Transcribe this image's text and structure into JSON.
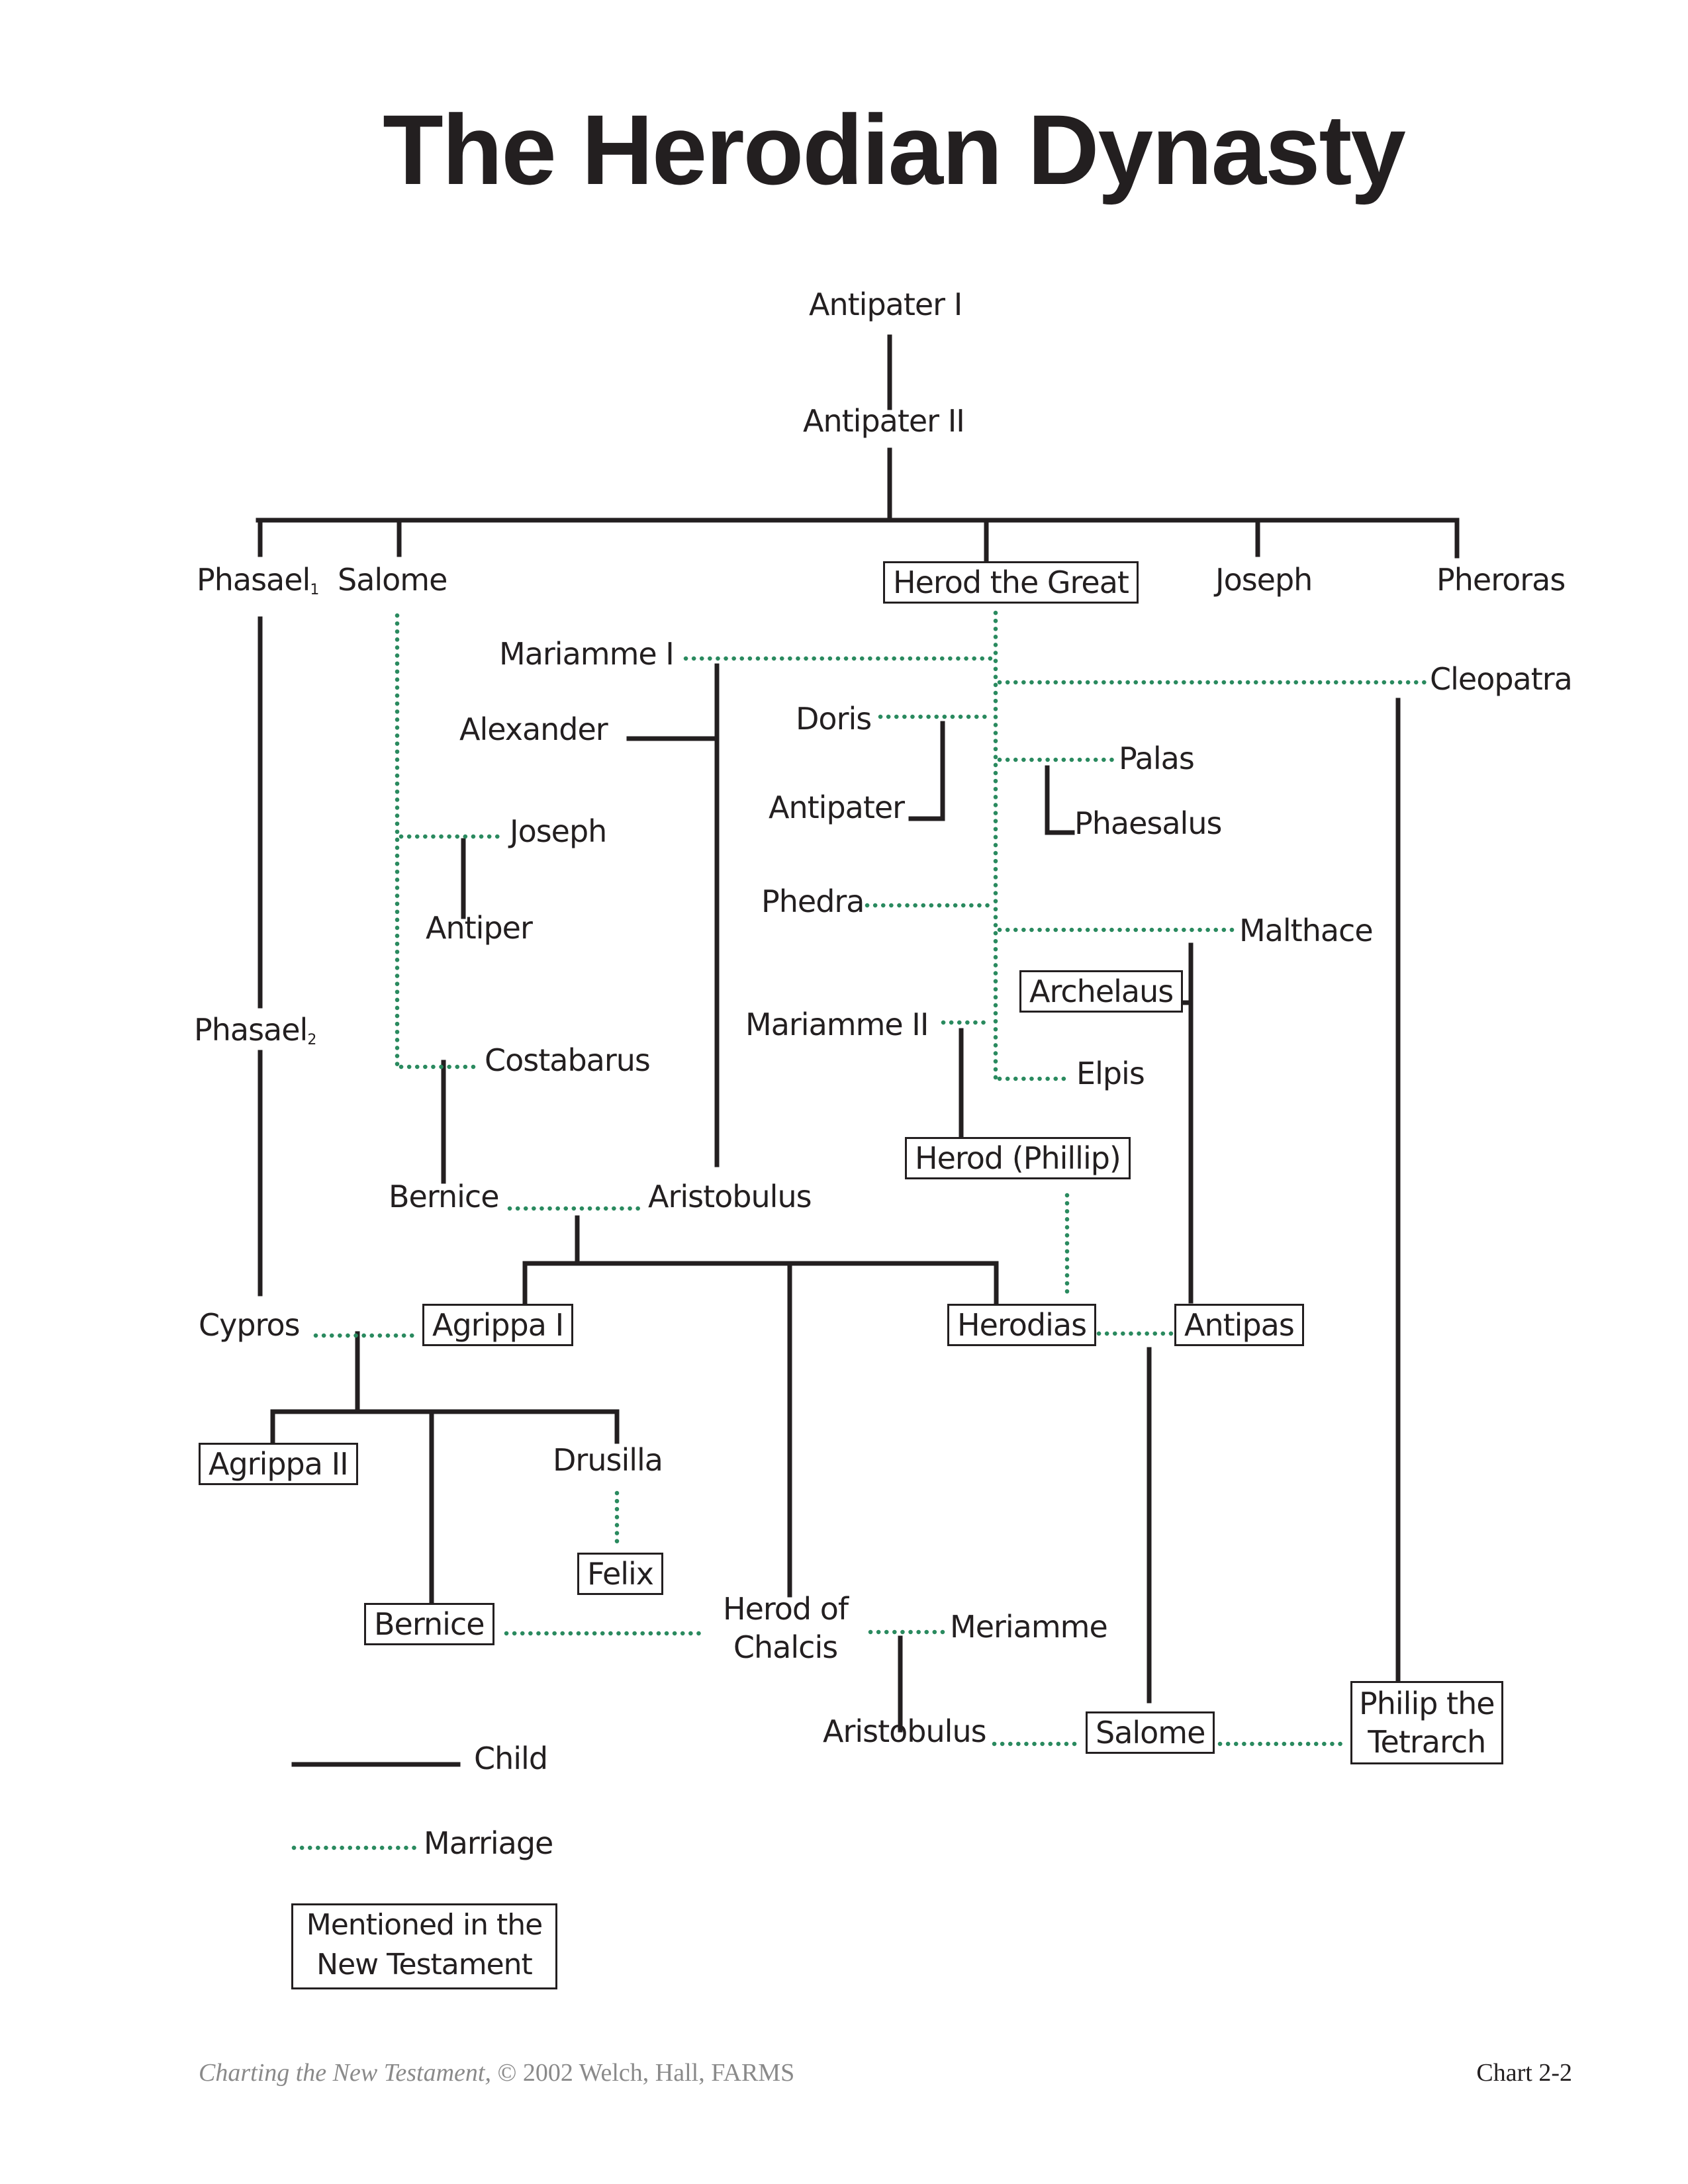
{
  "title": "The Herodian Dynasty",
  "colors": {
    "child_line": "#231f20",
    "marriage_line": "#2a8a5f"
  },
  "people": {
    "antipater_1": {
      "label": "Antipater I",
      "nt": false
    },
    "antipater_2": {
      "label": "Antipater II",
      "nt": false
    },
    "phasael_1": {
      "label": "Phasael",
      "sub": "1",
      "nt": false
    },
    "salome_sister": {
      "label": "Salome",
      "nt": false
    },
    "herod_great": {
      "label": "Herod the Great",
      "nt": true
    },
    "joseph_brother": {
      "label": "Joseph",
      "nt": false
    },
    "pheroras": {
      "label": "Pheroras",
      "nt": false
    },
    "mariamme_1": {
      "label": "Mariamme I",
      "nt": false
    },
    "cleopatra": {
      "label": "Cleopatra",
      "nt": false
    },
    "alexander": {
      "label": "Alexander",
      "nt": false
    },
    "doris": {
      "label": "Doris",
      "nt": false
    },
    "palas": {
      "label": "Palas",
      "nt": false
    },
    "antipater_son": {
      "label": "Antipater",
      "nt": false
    },
    "phaesalus": {
      "label": "Phaesalus",
      "nt": false
    },
    "joseph_husband": {
      "label": "Joseph",
      "nt": false
    },
    "antiper": {
      "label": "Antiper",
      "nt": false
    },
    "phedra": {
      "label": "Phedra",
      "nt": false
    },
    "malthace": {
      "label": "Malthace",
      "nt": false
    },
    "archelaus": {
      "label": "Archelaus",
      "nt": true
    },
    "phasael_2": {
      "label": "Phasael",
      "sub": "2",
      "nt": false
    },
    "mariamme_2": {
      "label": "Mariamme II",
      "nt": false
    },
    "elpis": {
      "label": "Elpis",
      "nt": false
    },
    "costabarus": {
      "label": "Costabarus",
      "nt": false
    },
    "herod_phillip": {
      "label": "Herod (Phillip)",
      "nt": true
    },
    "bernice_mother": {
      "label": "Bernice",
      "nt": false
    },
    "aristobulus_father": {
      "label": "Aristobulus",
      "nt": false
    },
    "cypros": {
      "label": "Cypros",
      "nt": false
    },
    "agrippa_1": {
      "label": "Agrippa I",
      "nt": true
    },
    "herodias": {
      "label": "Herodias",
      "nt": true
    },
    "antipas": {
      "label": "Antipas",
      "nt": true
    },
    "agrippa_2": {
      "label": "Agrippa II",
      "nt": true
    },
    "drusilla": {
      "label": "Drusilla",
      "nt": false
    },
    "felix": {
      "label": "Felix",
      "nt": true
    },
    "bernice_daughter": {
      "label": "Bernice",
      "nt": true
    },
    "herod_chalcis": {
      "label": "Herod of Chalcis",
      "lines": [
        "Herod of",
        "Chalcis"
      ],
      "nt": false
    },
    "meriamme": {
      "label": "Meriamme",
      "nt": false
    },
    "aristobulus_son": {
      "label": "Aristobulus",
      "nt": false
    },
    "salome_daughter": {
      "label": "Salome",
      "nt": true
    },
    "philip_tetrarch": {
      "label": "Philip the Tetrarch",
      "lines": [
        "Philip the",
        "Tetrarch"
      ],
      "nt": true
    }
  },
  "relationships": {
    "child": [
      [
        "antipater_1",
        "antipater_2"
      ],
      [
        "antipater_2",
        "phasael_1"
      ],
      [
        "antipater_2",
        "salome_sister"
      ],
      [
        "antipater_2",
        "herod_great"
      ],
      [
        "antipater_2",
        "joseph_brother"
      ],
      [
        "antipater_2",
        "pheroras"
      ],
      [
        "phasael_1",
        "phasael_2"
      ],
      [
        "phasael_2",
        "cypros"
      ],
      [
        "herod_great+mariamme_1",
        "alexander"
      ],
      [
        "herod_great+mariamme_1",
        "aristobulus_father"
      ],
      [
        "herod_great+doris",
        "antipater_son"
      ],
      [
        "herod_great+palas",
        "phaesalus"
      ],
      [
        "salome_sister+joseph_husband",
        "antiper"
      ],
      [
        "salome_sister+costabarus",
        "bernice_mother"
      ],
      [
        "herod_great+malthace",
        "archelaus"
      ],
      [
        "herod_great+malthace",
        "antipas"
      ],
      [
        "herod_great+mariamme_2",
        "herod_phillip"
      ],
      [
        "herod_great+cleopatra",
        "philip_tetrarch"
      ],
      [
        "aristobulus_father+bernice_mother",
        "agrippa_1"
      ],
      [
        "aristobulus_father+bernice_mother",
        "herod_chalcis"
      ],
      [
        "aristobulus_father+bernice_mother",
        "herodias"
      ],
      [
        "agrippa_1+cypros",
        "agrippa_2"
      ],
      [
        "agrippa_1+cypros",
        "bernice_daughter"
      ],
      [
        "agrippa_1+cypros",
        "drusilla"
      ],
      [
        "herod_chalcis+meriamme",
        "aristobulus_son"
      ],
      [
        "herod_phillip+herodias",
        "salome_daughter"
      ]
    ],
    "marriage": [
      [
        "herod_great",
        "mariamme_1"
      ],
      [
        "herod_great",
        "cleopatra"
      ],
      [
        "herod_great",
        "doris"
      ],
      [
        "herod_great",
        "palas"
      ],
      [
        "herod_great",
        "phedra"
      ],
      [
        "herod_great",
        "malthace"
      ],
      [
        "herod_great",
        "mariamme_2"
      ],
      [
        "herod_great",
        "elpis"
      ],
      [
        "salome_sister",
        "joseph_husband"
      ],
      [
        "salome_sister",
        "costabarus"
      ],
      [
        "bernice_mother",
        "aristobulus_father"
      ],
      [
        "cypros",
        "agrippa_1"
      ],
      [
        "herod_phillip",
        "herodias"
      ],
      [
        "herodias",
        "antipas"
      ],
      [
        "drusilla",
        "felix"
      ],
      [
        "bernice_daughter",
        "herod_chalcis"
      ],
      [
        "herod_chalcis",
        "meriamme"
      ],
      [
        "aristobulus_son",
        "salome_daughter"
      ],
      [
        "salome_daughter",
        "philip_tetrarch"
      ]
    ]
  },
  "legend": {
    "child_label": "Child",
    "marriage_label": "Marriage",
    "nt_label_lines": [
      "Mentioned in the",
      "New Testament"
    ]
  },
  "footer": {
    "source_italic": "Charting the New Testament,",
    "source_rest": " © 2002 Welch, Hall, FARMS",
    "chart_number": "Chart 2-2"
  }
}
